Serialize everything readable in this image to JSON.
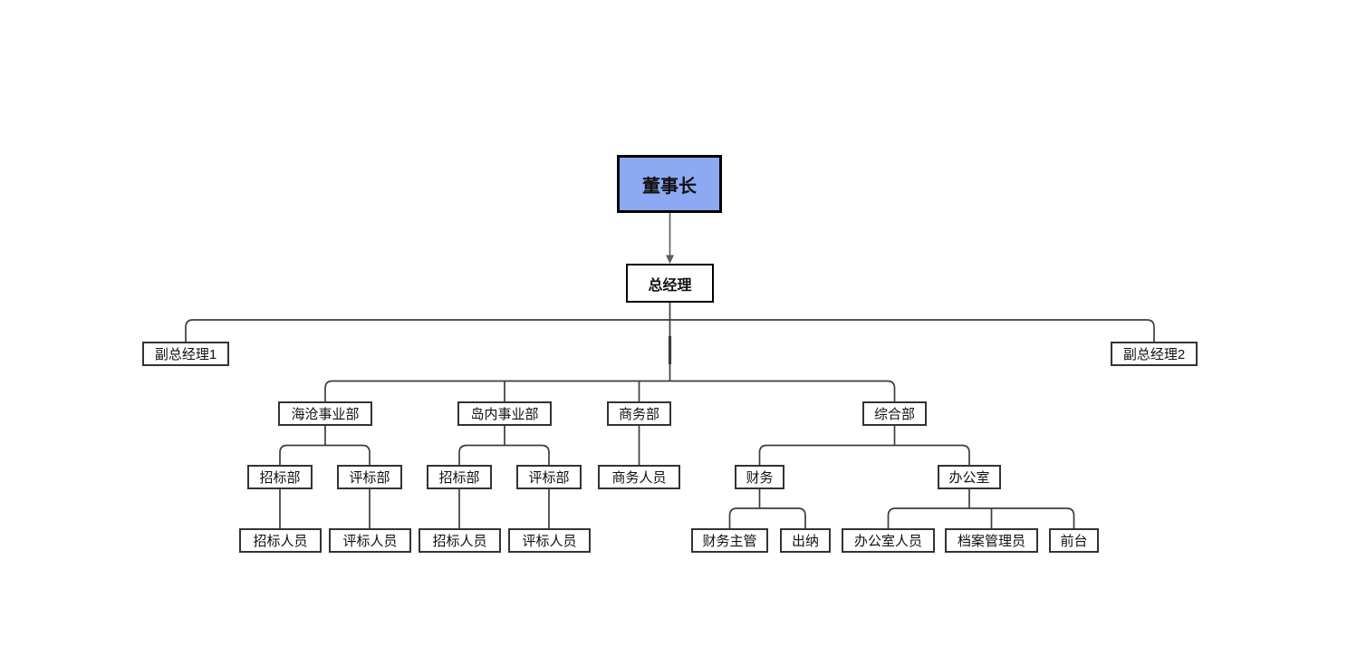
{
  "colors": {
    "canvas_bg": "#ffffff",
    "chairman_fill": "#8da9f3",
    "node_border": "#333333",
    "connector": "#3d3d3d",
    "arrow": "#5c5c5c"
  },
  "nodes": {
    "chairman": {
      "label": "董事长"
    },
    "general_manager": {
      "label": "总经理"
    },
    "deputy_gm_1": {
      "label": "副总经理1"
    },
    "deputy_gm_2": {
      "label": "副总经理2"
    },
    "haicang_division": {
      "label": "海沧事业部"
    },
    "daonei_division": {
      "label": "岛内事业部"
    },
    "business_dept": {
      "label": "商务部"
    },
    "general_affairs_dept": {
      "label": "综合部"
    },
    "bidding_dept_1": {
      "label": "招标部"
    },
    "evaluation_dept_1": {
      "label": "评标部"
    },
    "bidding_dept_2": {
      "label": "招标部"
    },
    "evaluation_dept_2": {
      "label": "评标部"
    },
    "business_staff": {
      "label": "商务人员"
    },
    "finance": {
      "label": "财务"
    },
    "office": {
      "label": "办公室"
    },
    "bidding_staff_1": {
      "label": "招标人员"
    },
    "evaluation_staff_1": {
      "label": "评标人员"
    },
    "bidding_staff_2": {
      "label": "招标人员"
    },
    "evaluation_staff_2": {
      "label": "评标人员"
    },
    "finance_supervisor": {
      "label": "财务主管"
    },
    "cashier": {
      "label": "出纳"
    },
    "office_staff": {
      "label": "办公室人员"
    },
    "archives_manager": {
      "label": "档案管理员"
    },
    "reception": {
      "label": "前台"
    }
  },
  "edges": [
    [
      "chairman",
      "general_manager"
    ],
    [
      "general_manager",
      "deputy_gm_1"
    ],
    [
      "general_manager",
      "deputy_gm_2"
    ],
    [
      "general_manager",
      "haicang_division"
    ],
    [
      "general_manager",
      "daonei_division"
    ],
    [
      "general_manager",
      "business_dept"
    ],
    [
      "general_manager",
      "general_affairs_dept"
    ],
    [
      "haicang_division",
      "bidding_dept_1"
    ],
    [
      "haicang_division",
      "evaluation_dept_1"
    ],
    [
      "daonei_division",
      "bidding_dept_2"
    ],
    [
      "daonei_division",
      "evaluation_dept_2"
    ],
    [
      "business_dept",
      "business_staff"
    ],
    [
      "general_affairs_dept",
      "finance"
    ],
    [
      "general_affairs_dept",
      "office"
    ],
    [
      "bidding_dept_1",
      "bidding_staff_1"
    ],
    [
      "evaluation_dept_1",
      "evaluation_staff_1"
    ],
    [
      "bidding_dept_2",
      "bidding_staff_2"
    ],
    [
      "evaluation_dept_2",
      "evaluation_staff_2"
    ],
    [
      "finance",
      "finance_supervisor"
    ],
    [
      "finance",
      "cashier"
    ],
    [
      "office",
      "office_staff"
    ],
    [
      "office",
      "archives_manager"
    ],
    [
      "office",
      "reception"
    ]
  ]
}
